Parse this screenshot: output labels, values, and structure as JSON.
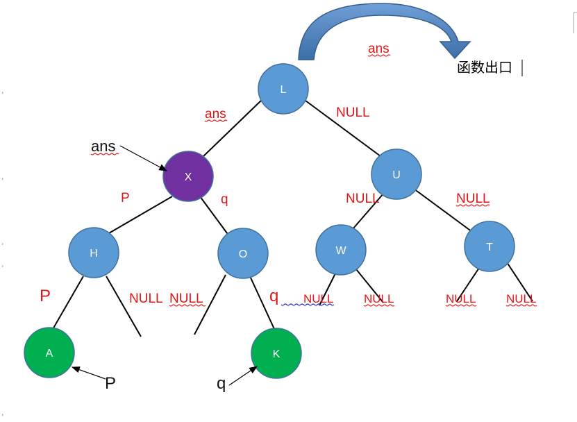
{
  "nodes": {
    "L": {
      "label": "L",
      "color": "#5b9bd5"
    },
    "X": {
      "label": "X",
      "color": "#7030a0"
    },
    "U": {
      "label": "U",
      "color": "#5b9bd5"
    },
    "H": {
      "label": "H",
      "color": "#5b9bd5"
    },
    "O": {
      "label": "O",
      "color": "#5b9bd5"
    },
    "W": {
      "label": "W",
      "color": "#5b9bd5"
    },
    "T": {
      "label": "T",
      "color": "#5b9bd5"
    },
    "A": {
      "label": "A",
      "color": "#00b050"
    },
    "K": {
      "label": "K",
      "color": "#00b050"
    }
  },
  "labels": {
    "ans_top": "ans",
    "function_exit": "函数出口",
    "ans_left_edge": "ans",
    "null_l_u": "NULL",
    "ans_pointer": "ans",
    "p_x_h": "P",
    "q_x_o": "q",
    "null_u_w": "NULL",
    "null_u_t": "NULL",
    "p_h_a": "P",
    "null_h_right": "NULL",
    "null_o_left": "NULL",
    "q_o_k": "q",
    "null_w_left": "NULL",
    "null_w_right": "NULL",
    "null_t_left": "NULL",
    "null_t_right": "NULL",
    "p_pointer": "P",
    "q_pointer": "q"
  },
  "colors": {
    "edge_label": "#e31414",
    "arrow_fill": "#4f81bd",
    "arrow_stroke": "#385d8a",
    "node_stroke": "#41719c"
  }
}
